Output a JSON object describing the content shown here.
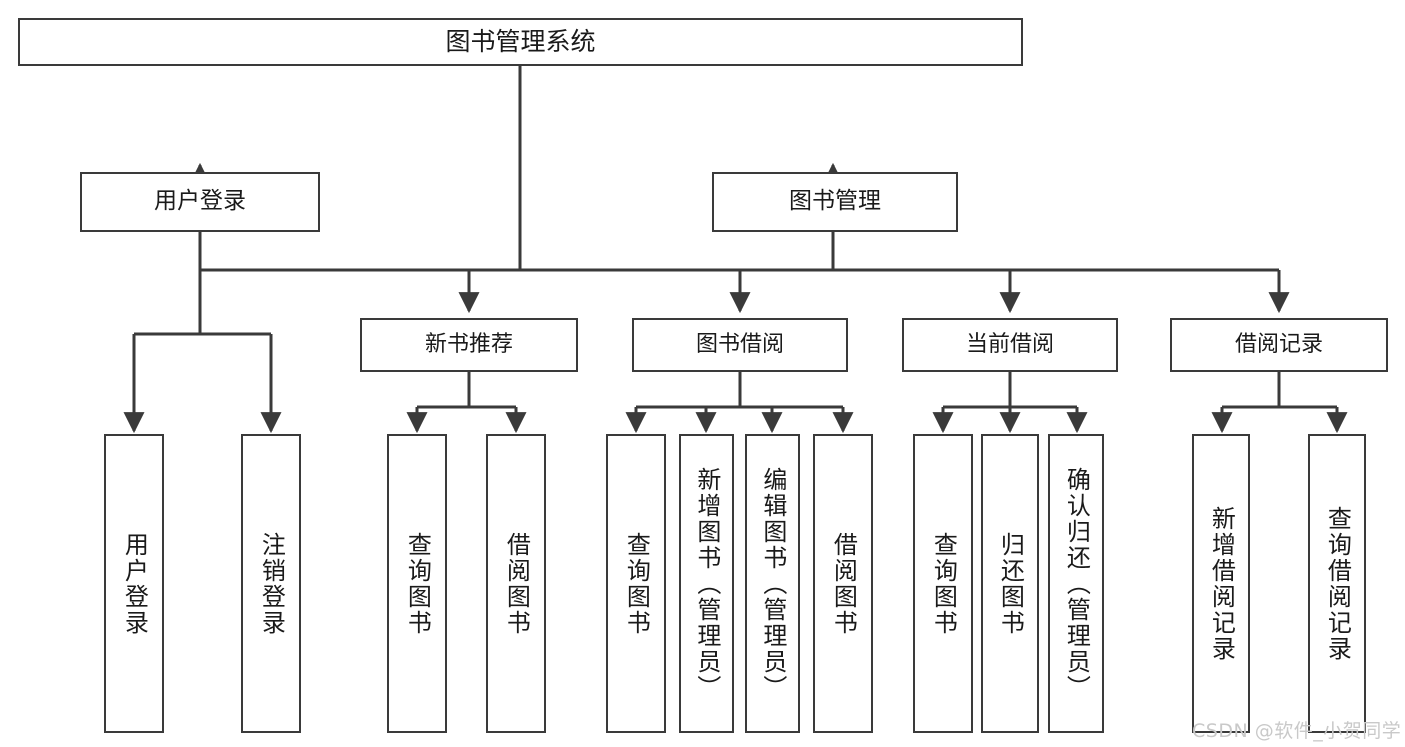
{
  "diagram": {
    "title": "图书管理系统",
    "type": "tree",
    "orientation": "top-down",
    "colors": {
      "box_border": "#3a3a3a",
      "box_fill": "#ffffff",
      "edge": "#3a3a3a",
      "text": "#1a1a1a",
      "background": "#ffffff",
      "watermark": "#c9c9c9"
    }
  },
  "nodes": {
    "root": {
      "label": "图书管理系统"
    },
    "level1": [
      {
        "id": "user-login",
        "label": "用户登录"
      },
      {
        "id": "book-management",
        "label": "图书管理"
      }
    ],
    "level2": [
      {
        "id": "new-book-recommend",
        "label": "新书推荐"
      },
      {
        "id": "book-borrow",
        "label": "图书借阅"
      },
      {
        "id": "current-borrow",
        "label": "当前借阅"
      },
      {
        "id": "borrow-record",
        "label": "借阅记录"
      }
    ],
    "leaves": {
      "user-login": [
        {
          "id": "leaf-user-login",
          "label": "用户登录"
        },
        {
          "id": "leaf-user-logout",
          "label": "注销登录"
        }
      ],
      "new-book-recommend": [
        {
          "id": "leaf-query-book-1",
          "label": "查询图书"
        },
        {
          "id": "leaf-borrow-book-1",
          "label": "借阅图书"
        }
      ],
      "book-borrow": [
        {
          "id": "leaf-query-book-2",
          "label": "查询图书"
        },
        {
          "id": "leaf-add-book",
          "label": "新增图书（管理员）"
        },
        {
          "id": "leaf-edit-book",
          "label": "编辑图书（管理员）"
        },
        {
          "id": "leaf-borrow-book-2",
          "label": "借阅图书"
        }
      ],
      "current-borrow": [
        {
          "id": "leaf-query-book-3",
          "label": "查询图书"
        },
        {
          "id": "leaf-return-book",
          "label": "归还图书"
        },
        {
          "id": "leaf-confirm-return",
          "label": "确认归还（管理员）"
        }
      ],
      "borrow-record": [
        {
          "id": "leaf-add-record",
          "label": "新增借阅记录"
        },
        {
          "id": "leaf-query-record",
          "label": "查询借阅记录"
        }
      ]
    }
  },
  "watermark": {
    "text": "CSDN @软件_小贺同学"
  }
}
